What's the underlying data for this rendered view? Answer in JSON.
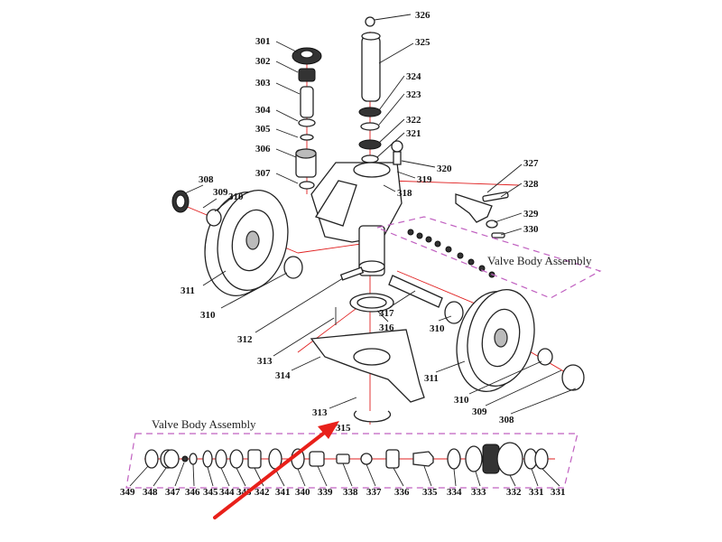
{
  "diagram": {
    "upper_labels": [
      "326",
      "325",
      "324",
      "323",
      "322",
      "321",
      "320",
      "319",
      "318",
      "301",
      "302",
      "303",
      "304",
      "305",
      "306",
      "307",
      "308",
      "309",
      "310",
      "311",
      "310",
      "312",
      "313",
      "314",
      "313",
      "315",
      "316",
      "317",
      "310",
      "311",
      "310",
      "309",
      "308",
      "327",
      "328",
      "329",
      "330"
    ],
    "valve_labels": [
      "349",
      "348",
      "347",
      "346",
      "345",
      "344",
      "343",
      "342",
      "341",
      "340",
      "339",
      "338",
      "337",
      "336",
      "335",
      "334",
      "333",
      "332",
      "331",
      "331"
    ],
    "caption_upper": "Valve Body Assembly",
    "caption_lower": "Valve Body Assembly",
    "accent_color": "#e02020",
    "arrow_color": "#e8201a",
    "box_color": "#c060c0"
  }
}
